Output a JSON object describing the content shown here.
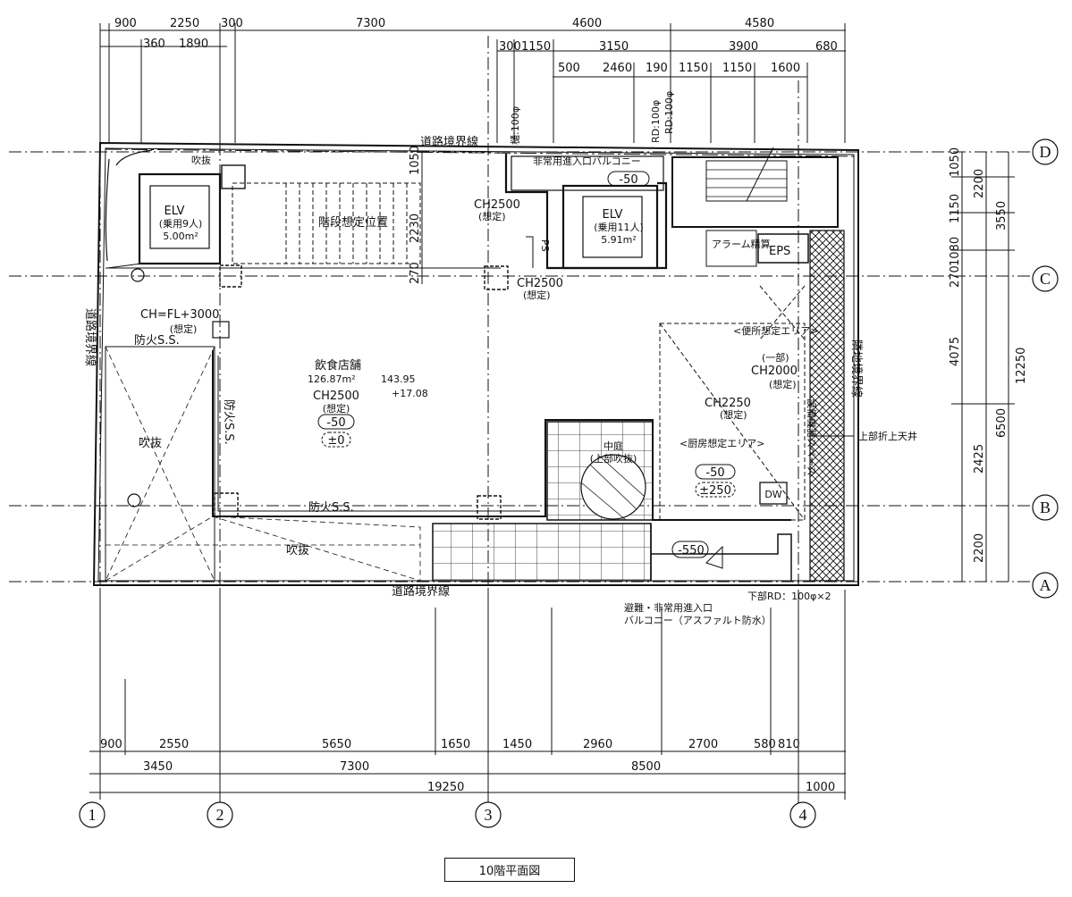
{
  "drawing_title": "10階平面図",
  "top_dims": {
    "row1": [
      "900",
      "2250",
      "300",
      "7300",
      "4600",
      "4580"
    ],
    "row2": [
      "360",
      "1890"
    ],
    "row2b": [
      "300",
      "1150",
      "3150",
      "3900",
      "680"
    ],
    "row3": [
      "500",
      "2460",
      "190",
      "1150",
      "1150",
      "1600"
    ]
  },
  "bottom_dims": {
    "row1": [
      "900",
      "2550",
      "5650",
      "1650",
      "1450",
      "2960",
      "2700",
      "580",
      "810"
    ],
    "row2": [
      "3450",
      "7300",
      "8500"
    ],
    "row3": [
      "19250",
      "1000"
    ]
  },
  "right_dims": {
    "inner": [
      "1050",
      "1150",
      "1080",
      "270",
      "4075",
      "2425",
      "2200"
    ],
    "middle": [
      "2200",
      "3550",
      "6500"
    ],
    "outer": [
      "12250"
    ]
  },
  "left_dims": [
    "1050",
    "2230",
    "270"
  ],
  "grid_axes": {
    "columns": [
      "1",
      "2",
      "3",
      "4"
    ],
    "rows": [
      "D",
      "C",
      "B",
      "A"
    ]
  },
  "labels": {
    "road_boundary_top": "道路境界線",
    "road_boundary_bottom": "道路境界線",
    "road_boundary_left": "道路境界線",
    "neighbor_boundary": "隣地境界線",
    "fukinuke": "吹抜",
    "elv1_name": "ELV",
    "elv1_cap": "(乗用9人)",
    "elv1_area": "5.00m²",
    "elv2_name": "ELV",
    "elv2_cap": "(乗用11人)",
    "elv2_area": "5.91m²",
    "stairs_assumed": "階段想定位置",
    "ch_fl": "CH=FL+3000",
    "assumed": "(想定)",
    "fire_ss_1": "防火S.S.",
    "fire_ss_2": "防火S.S.",
    "fire_ss_3": "防火S.S.",
    "restaurant": "飲食店舗",
    "restaurant_area": "126.87m²",
    "area_note_1": "143.95",
    "area_note_2": "+17.08",
    "ch2500_a": "CH2500",
    "ch2500_b": "CH2500",
    "ch2500_c": "CH2500",
    "level_m50": "-50",
    "level_pm0": "±0",
    "emergency_balcony": "非常用進入口バルコニー",
    "rd100_a": "RD:100φ",
    "rd100_b": "RD:100φ",
    "dimrd": "樋:100φ",
    "ps": "PS",
    "eps": "EPS",
    "alarm": "アラーム精算",
    "toilet_area": "<便所想定エリア>",
    "partial": "(一部)",
    "ch2000": "CH2000",
    "ch2250": "CH2250",
    "kitchen_area": "<厨房想定エリア>",
    "level_p250": "±250",
    "court": "中庭",
    "court_sub": "(上部吹抜)",
    "level_m550": "-550",
    "dw": "DW",
    "equip_space": "設備機器スペース",
    "upper_ceiling": "上部折上天井",
    "lower_rd": "下部RD：100φ×2",
    "evac_line1": "避難・非常用進入口",
    "evac_line2": "バルコニー（アスファルト防水）"
  }
}
